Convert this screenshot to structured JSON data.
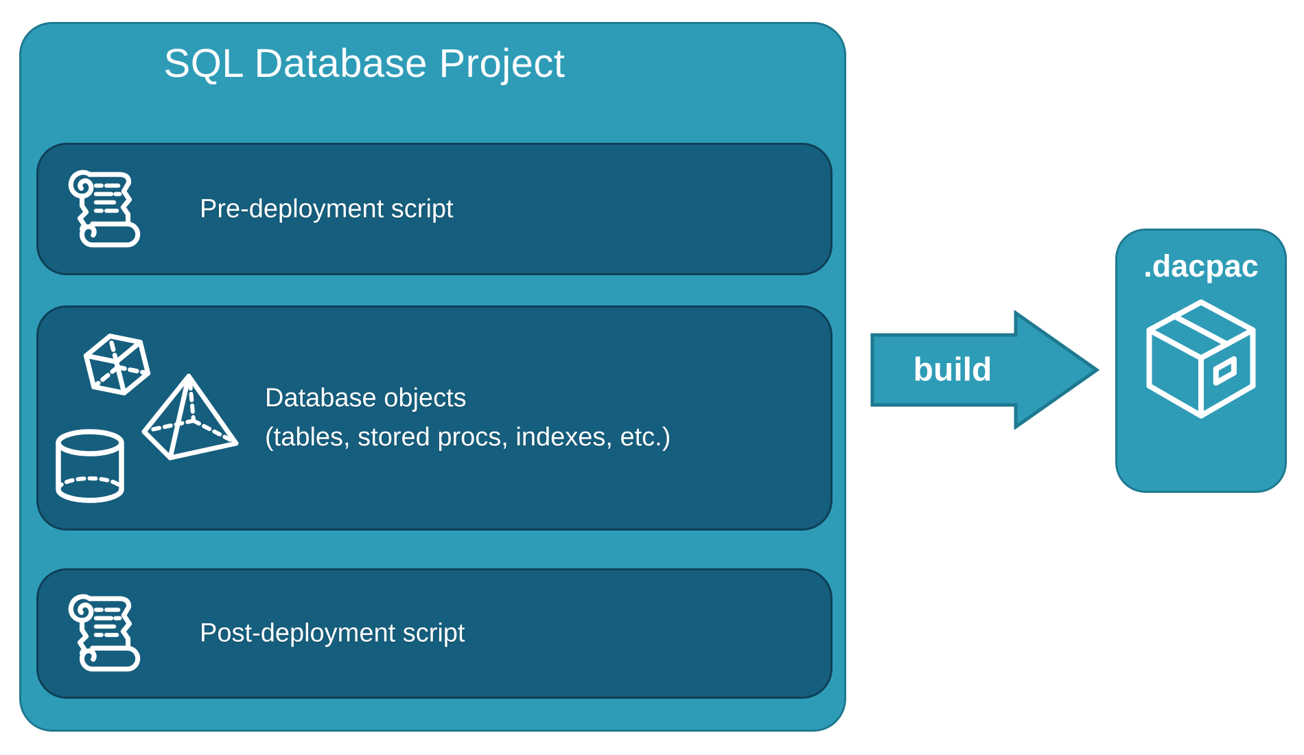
{
  "colors": {
    "teal_fill": "#2E9CB7",
    "teal_border": "#1E7990",
    "panel_fill": "#165E7D",
    "panel_border": "#0E4058",
    "text": "#FFFFFF",
    "background": "#FFFFFF"
  },
  "project": {
    "title": "SQL Database Project",
    "rows": [
      {
        "icon": "scroll-icon",
        "label": "Pre-deployment script"
      },
      {
        "icons": [
          "cube-icon",
          "pyramid-icon",
          "cylinder-icon"
        ],
        "label": "Database objects",
        "sublabel": "(tables, stored procs, indexes, etc.)"
      },
      {
        "icon": "scroll-icon",
        "label": "Post-deployment script"
      }
    ]
  },
  "build_arrow": {
    "label": "build"
  },
  "dacpac": {
    "label": ".dacpac",
    "icon": "package-icon"
  }
}
